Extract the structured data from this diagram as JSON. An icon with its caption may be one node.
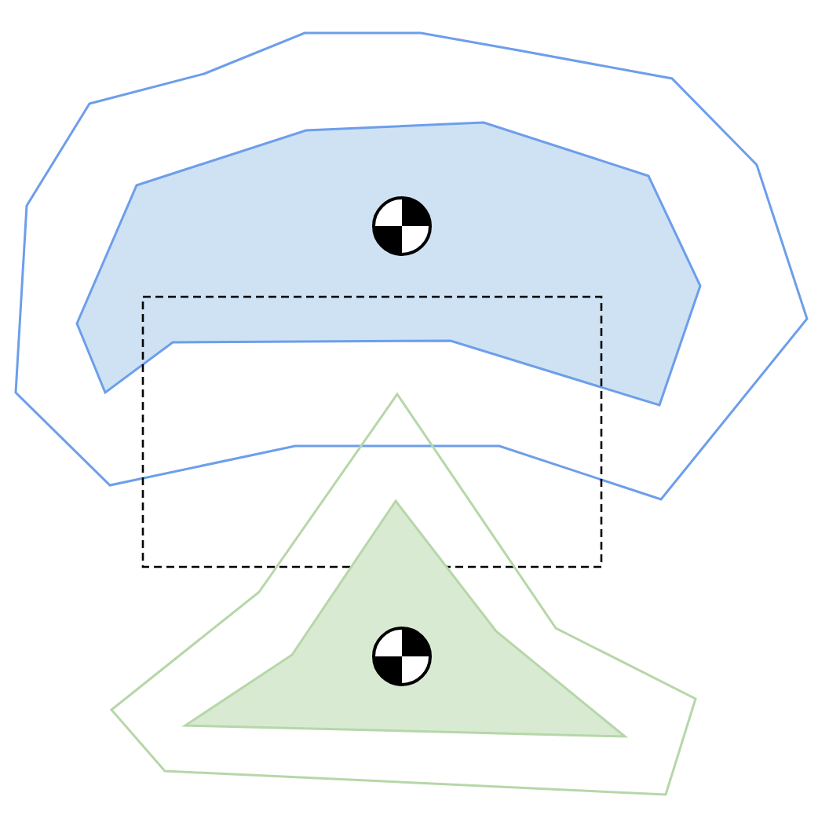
{
  "diagram": {
    "nodes": [
      {
        "text": [],
        "shape": "polygon"
      },
      {
        "text": [],
        "shape": "polygon",
        "in": 0
      },
      {
        "text": [],
        "shape": "circle",
        "in": 1
      },
      {
        "text": [],
        "shape": "box"
      },
      {
        "text": [],
        "shape": "polygon"
      },
      {
        "text": [],
        "shape": "polygon",
        "in": 4
      },
      {
        "text": [],
        "shape": "circle",
        "in": 5
      }
    ]
  }
}
